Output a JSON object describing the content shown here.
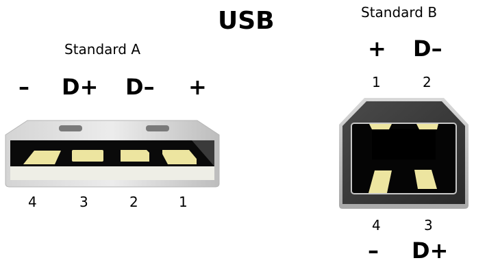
{
  "title": "USB",
  "standard_a": {
    "label": "Standard A",
    "signals": [
      "–",
      "D+",
      "D–",
      "+"
    ],
    "pins": [
      "4",
      "3",
      "2",
      "1"
    ],
    "colors": {
      "shell": "#c8c8c8",
      "cavity": "#0a0a0a",
      "insulator": "#eeeee6",
      "contact": "#ede5a0"
    }
  },
  "standard_b": {
    "label": "Standard B",
    "top_signals": [
      "+",
      "D–"
    ],
    "top_pins": [
      "1",
      "2"
    ],
    "bottom_pins": [
      "4",
      "3"
    ],
    "bottom_signals": [
      "–",
      "D+"
    ],
    "colors": {
      "shell": "#c0c0c0",
      "body": "#333333",
      "cavity": "#050505",
      "contact": "#ede5a0"
    }
  }
}
